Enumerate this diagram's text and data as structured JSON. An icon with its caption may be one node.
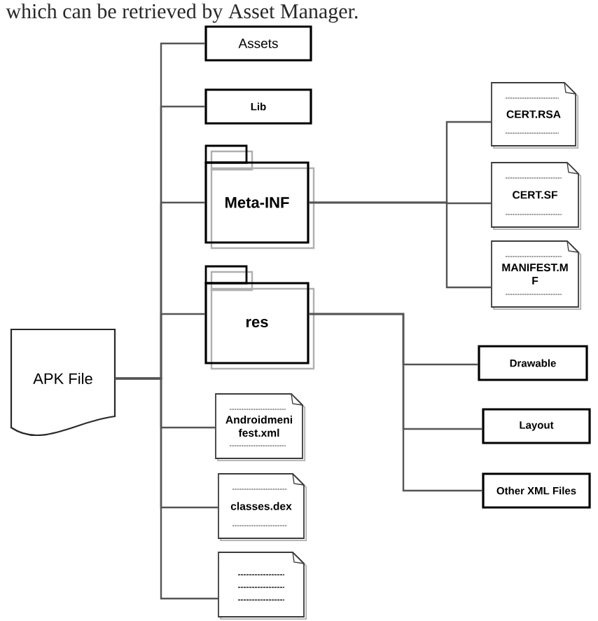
{
  "diagram": {
    "nodes": [
      {
        "text": [
          "APK File"
        ]
      },
      {
        "text": [
          "Assets"
        ]
      },
      {
        "text": [
          "Lib"
        ]
      },
      {
        "text": [
          "Meta-INF"
        ]
      },
      {
        "text": [
          "CERT.RSA"
        ]
      },
      {
        "text": [
          "CERT.SF"
        ]
      },
      {
        "text": [
          "MANIFEST.M F"
        ]
      },
      {
        "text": [
          "res"
        ]
      },
      {
        "text": [
          "Drawable"
        ]
      },
      {
        "text": [
          "Layout"
        ]
      },
      {
        "text": [
          "Other XML Files"
        ]
      },
      {
        "text": [
          "Androidmeni fest.xml"
        ]
      },
      {
        "text": [
          "classes.dex"
        ]
      },
      {
        "text": [],
        "shape": "document"
      }
    ],
    "edges": [
      {
        "from": 0,
        "to": 1,
        "arrow": "none"
      },
      {
        "from": 0,
        "to": 2,
        "arrow": "none"
      },
      {
        "from": 0,
        "to": 3,
        "arrow": "none"
      },
      {
        "from": 0,
        "to": 7,
        "arrow": "none"
      },
      {
        "from": 0,
        "to": 11,
        "arrow": "none"
      },
      {
        "from": 0,
        "to": 12,
        "arrow": "none"
      },
      {
        "from": 0,
        "to": 13,
        "arrow": "none"
      },
      {
        "from": 3,
        "to": 4,
        "arrow": "none"
      },
      {
        "from": 3,
        "to": 5,
        "arrow": "none"
      },
      {
        "from": 3,
        "to": 6,
        "arrow": "none"
      },
      {
        "from": 7,
        "to": 8,
        "arrow": "none"
      },
      {
        "from": 7,
        "to": 9,
        "arrow": "none"
      },
      {
        "from": 7,
        "to": 10,
        "arrow": "none"
      }
    ],
    "labels": [
      "which can be retrieved by Asset Manager."
    ]
  }
}
